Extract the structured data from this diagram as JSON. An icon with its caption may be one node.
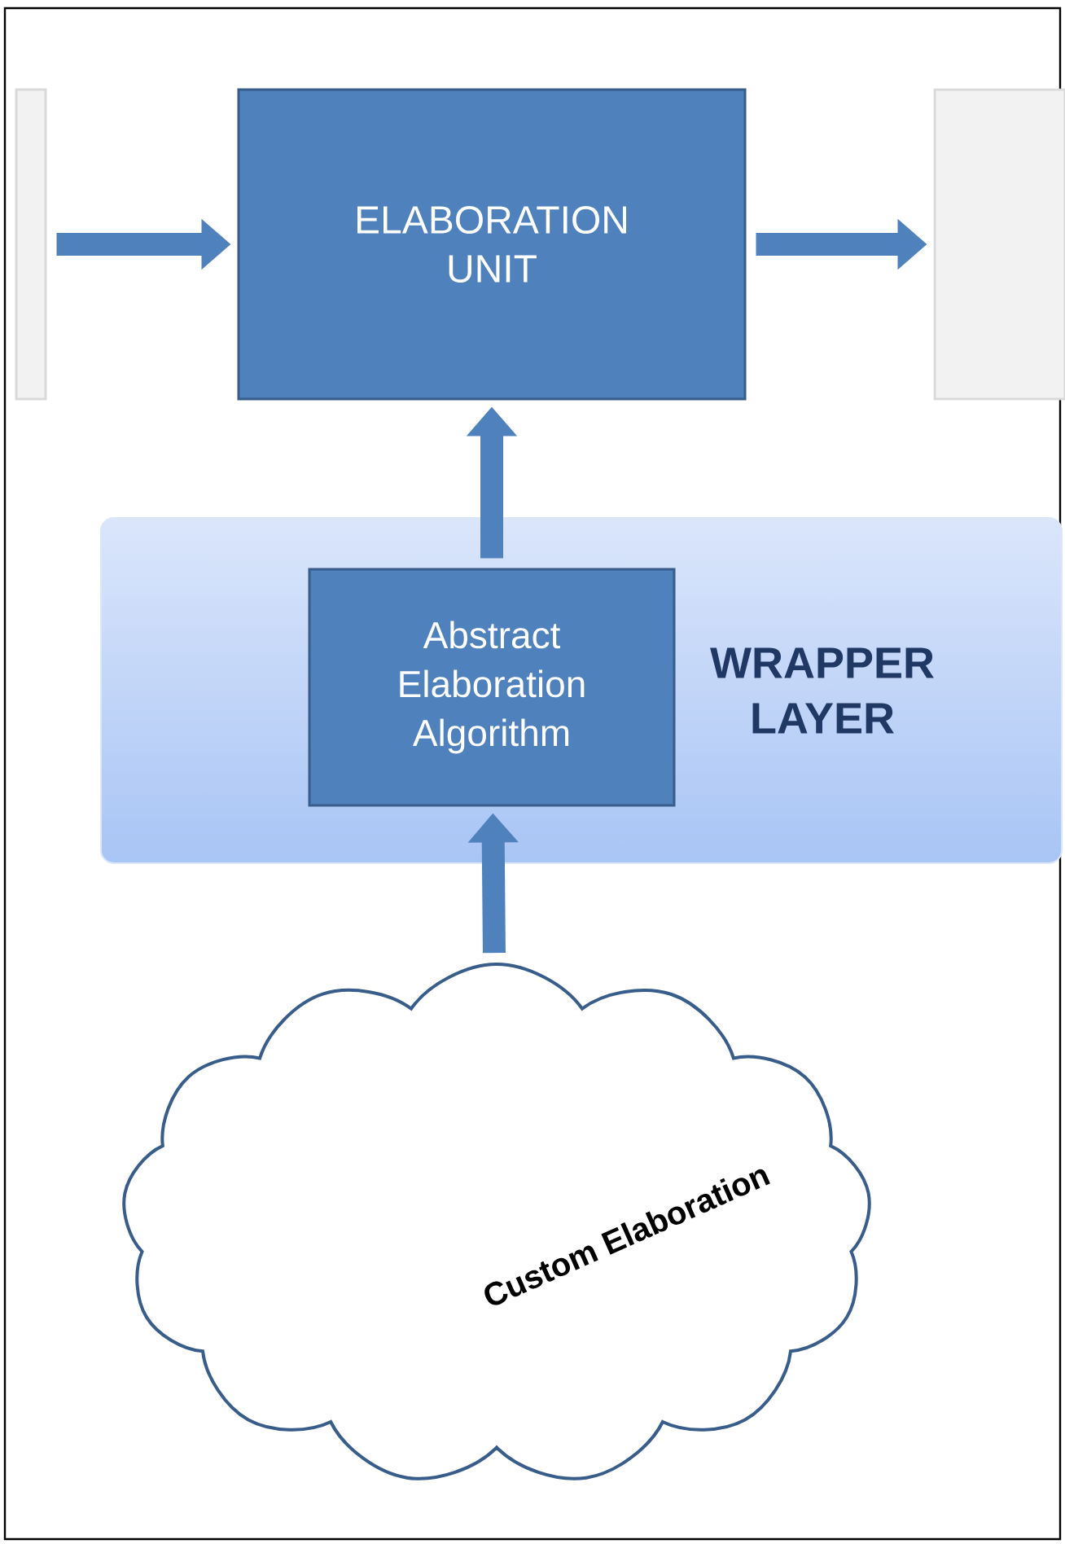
{
  "diagram": {
    "nodes": [
      {
        "text": [],
        "shape": "box"
      },
      {
        "text": [
          "ELABORATION UNIT"
        ]
      },
      {
        "text": [],
        "shape": "box"
      },
      {
        "text": [
          "WRAPPER LAYER"
        ]
      },
      {
        "text": [
          "Abstract Elaboration Algorithm"
        ],
        "in": 3
      },
      {
        "text": [
          "Custom Elaboration"
        ]
      }
    ],
    "edges": [
      {
        "from": 0,
        "to": 1,
        "arrow": "to"
      },
      {
        "from": 1,
        "to": 2,
        "arrow": "to"
      },
      {
        "from": 4,
        "to": 1,
        "arrow": "to"
      },
      {
        "from": 5,
        "to": 4,
        "arrow": "to"
      }
    ]
  }
}
